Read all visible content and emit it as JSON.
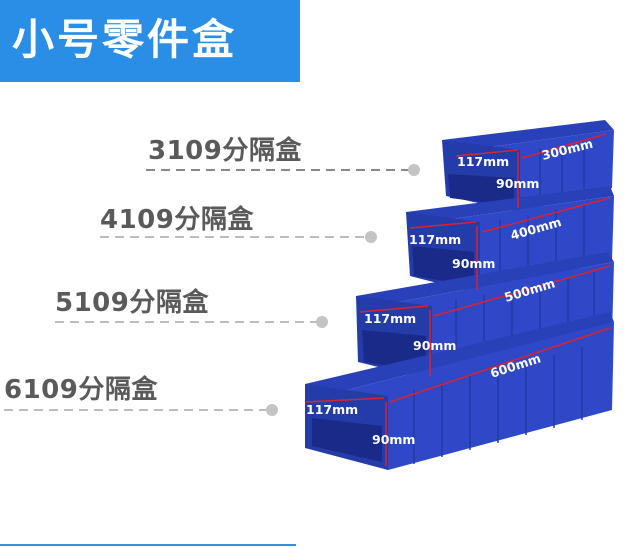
{
  "banner": {
    "title": "小号零件盒"
  },
  "colors": {
    "banner": "#2a8ee6",
    "box": "#2f48c8",
    "box_dark": "#1f2f96",
    "dimension_line": "#e0202a",
    "label_text": "#5a5a5a",
    "leader": "#bdbdbd"
  },
  "boxes": [
    {
      "model": "3109分隔盒",
      "width": "117mm",
      "height": "90mm",
      "length": "300mm"
    },
    {
      "model": "4109分隔盒",
      "width": "117mm",
      "height": "90mm",
      "length": "400mm"
    },
    {
      "model": "5109分隔盒",
      "width": "117mm",
      "height": "90mm",
      "length": "500mm"
    },
    {
      "model": "6109分隔盒",
      "width": "117mm",
      "height": "90mm",
      "length": "600mm"
    }
  ]
}
